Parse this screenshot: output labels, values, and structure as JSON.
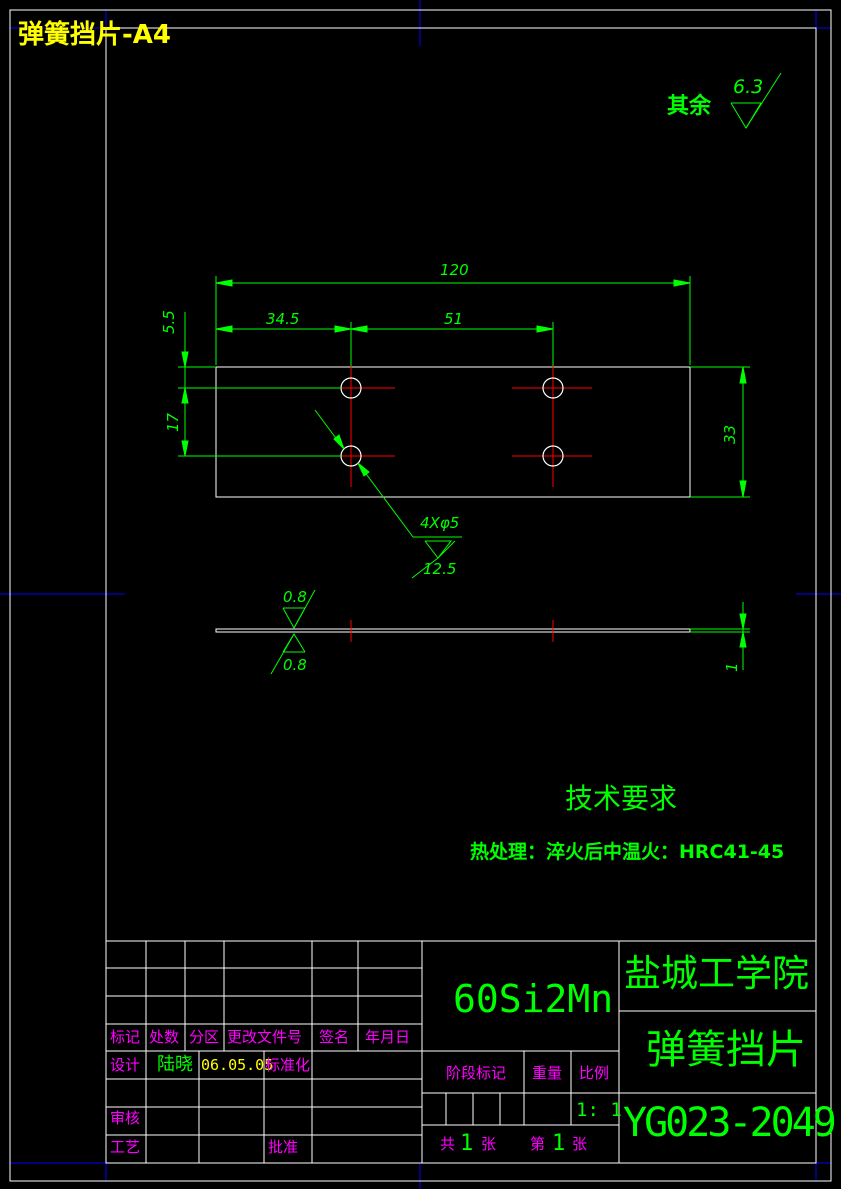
{
  "sheet_title": "弹簧挡片-A4",
  "surface_finish": {
    "label": "其余",
    "value": "6.3"
  },
  "dimensions": {
    "overall_length": "120",
    "hole_offset": "34.5",
    "hole_pitch": "51",
    "top_edge": "5.5",
    "hole_spacing": "17",
    "width": "33",
    "hole_callout": "4Xφ5",
    "hole_roughness": "12.5",
    "thickness": "1",
    "face_roughness_top": "0.8",
    "face_roughness_bottom": "0.8"
  },
  "tech_requirements": {
    "heading": "技术要求",
    "line1": "热处理：淬火后中温火：HRC41-45"
  },
  "title_block": {
    "headers": [
      "标记",
      "处数",
      "分区",
      "更改文件号",
      "签名",
      "年月日"
    ],
    "design_label": "设计",
    "designer": "陆晓",
    "date": "06.05.05",
    "standardization": "标准化",
    "review": "审核",
    "process": "工艺",
    "approve": "批准",
    "material": "60Si2Mn",
    "stage_mark": "阶段标记",
    "weight": "重量",
    "scale_label": "比例",
    "scale": "1: 1",
    "total_label_1": "共",
    "total_count": "1",
    "total_label_2": "张",
    "sheet_label_1": "第",
    "sheet_num": "1",
    "sheet_label_2": "张",
    "school": "盐城工学院",
    "part_name": "弹簧挡片",
    "drawing_number": "YG023-2049"
  }
}
